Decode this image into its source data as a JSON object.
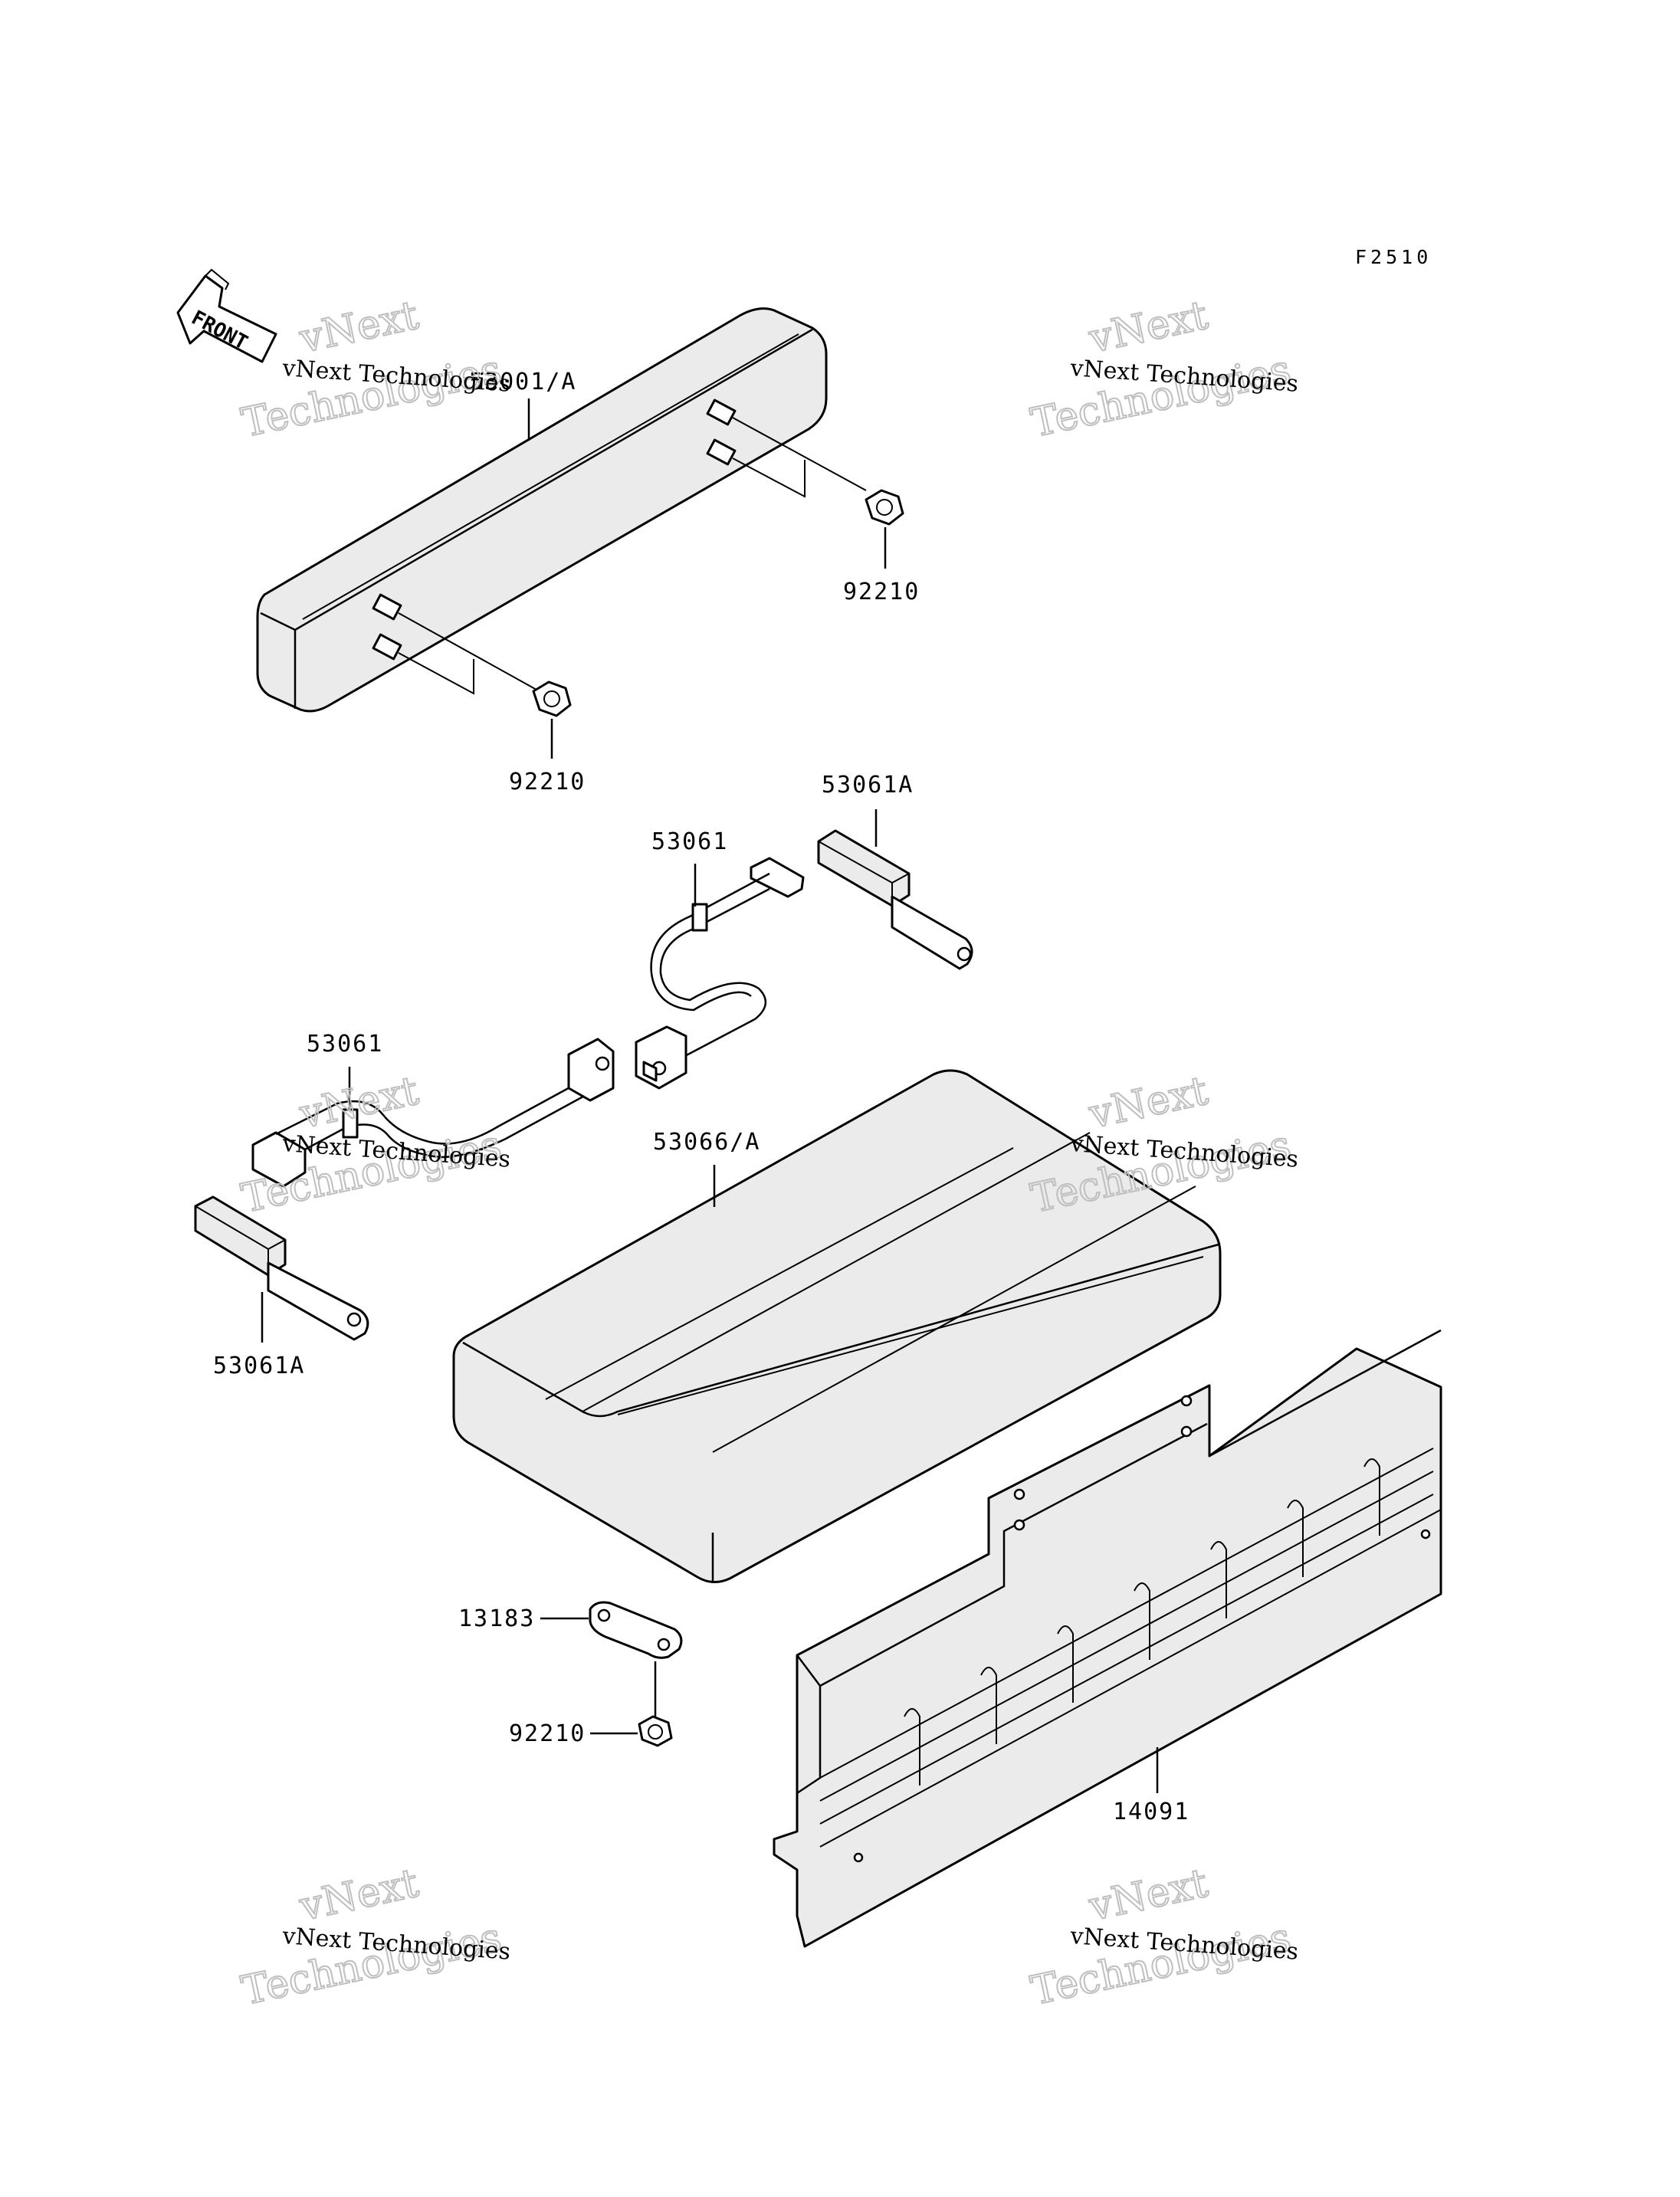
{
  "diagram": {
    "code": "F2510",
    "front_label": "FRONT",
    "watermark": {
      "small": "vNext Technologies",
      "large_line1": "vNext",
      "large_line2": "Technologies"
    },
    "parts": [
      {
        "id": "53001-A",
        "label": "53001/A"
      },
      {
        "id": "92210-right",
        "label": "92210"
      },
      {
        "id": "92210-left",
        "label": "92210"
      },
      {
        "id": "53061A-top",
        "label": "53061A"
      },
      {
        "id": "53061-top",
        "label": "53061"
      },
      {
        "id": "53061-left",
        "label": "53061"
      },
      {
        "id": "53066-A",
        "label": "53066/A"
      },
      {
        "id": "53061A-bottom",
        "label": "53061A"
      },
      {
        "id": "13183",
        "label": "13183"
      },
      {
        "id": "92210-bottom",
        "label": "92210"
      },
      {
        "id": "14091",
        "label": "14091"
      }
    ]
  }
}
